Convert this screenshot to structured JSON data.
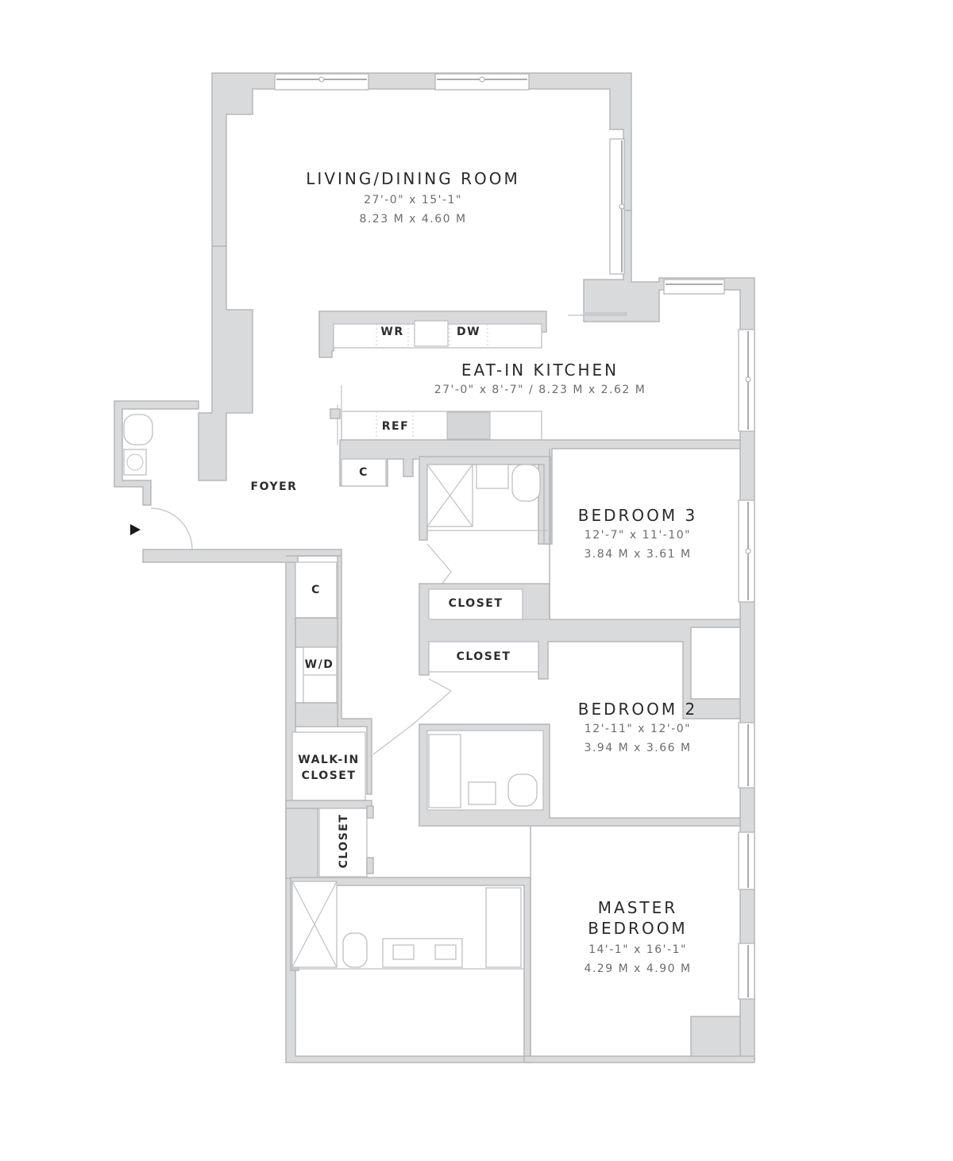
{
  "floor_plan": {
    "colors": {
      "wall_fill": "#d9dadc",
      "wall_stroke": "#b5b7ba",
      "background": "#ffffff",
      "label_text": "#2a2a2a",
      "dimension_text": "#6c6c6c"
    },
    "rooms": [
      {
        "id": "living",
        "name": "LIVING/DINING ROOM",
        "dim_imperial": "27'-0\" x 15'-1\"",
        "dim_metric": "8.23 M x 4.60 M"
      },
      {
        "id": "kitchen",
        "name": "EAT-IN KITCHEN",
        "dim_combined": "27'-0\" x 8'-7\" / 8.23 M x 2.62 M"
      },
      {
        "id": "bedroom3",
        "name": "BEDROOM 3",
        "dim_imperial": "12'-7\" x 11'-10\"",
        "dim_metric": "3.84 M x 3.61 M"
      },
      {
        "id": "bedroom2",
        "name": "BEDROOM 2",
        "dim_imperial": "12'-11\" x 12'-0\"",
        "dim_metric": "3.94 M x 3.66 M"
      },
      {
        "id": "master",
        "name_line1": "MASTER",
        "name_line2": "BEDROOM",
        "dim_imperial": "14'-1\" x 16'-1\"",
        "dim_metric": "4.29 M x 4.90 M"
      },
      {
        "id": "foyer",
        "name": "FOYER"
      }
    ],
    "fixture_labels": {
      "wine_refrigerator": "WR",
      "dishwasher": "DW",
      "refrigerator": "REF",
      "foyer_closet": "C",
      "hall_closet": "C",
      "washer_dryer": "W/D",
      "bedroom3_closet": "CLOSET",
      "bedroom2_closet": "CLOSET",
      "walk_in_line1": "WALK-IN",
      "walk_in_line2": "CLOSET",
      "master_closet": "CLOSET"
    },
    "entry_marker": "entry-arrow"
  }
}
